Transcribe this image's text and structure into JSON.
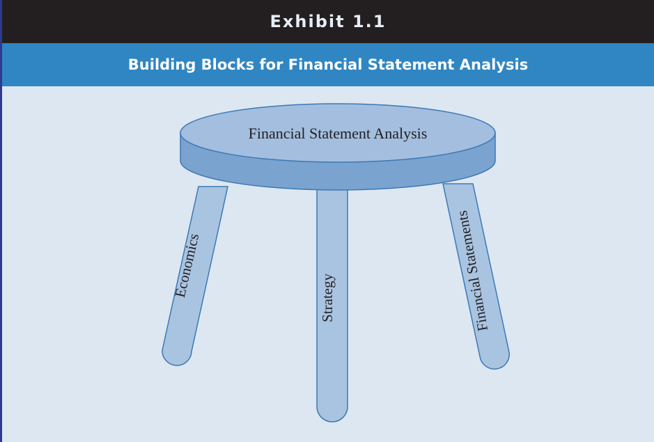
{
  "exhibit": {
    "title": "Exhibit 1.1",
    "subtitle": "Building Blocks for Financial Statement Analysis"
  },
  "diagram": {
    "seat_label": "Financial Statement Analysis",
    "legs": [
      {
        "label": "Economics"
      },
      {
        "label": "Strategy"
      },
      {
        "label": "Financial Statements"
      }
    ]
  },
  "colors": {
    "title_bg": "#231f20",
    "subtitle_bg": "#2f86c2",
    "panel_bg": "#dde7f1",
    "seat_top": "#a3bedf",
    "seat_side": "#7aa3cf",
    "leg_fill": "#a9c4e1",
    "outline": "#3b78b4"
  }
}
